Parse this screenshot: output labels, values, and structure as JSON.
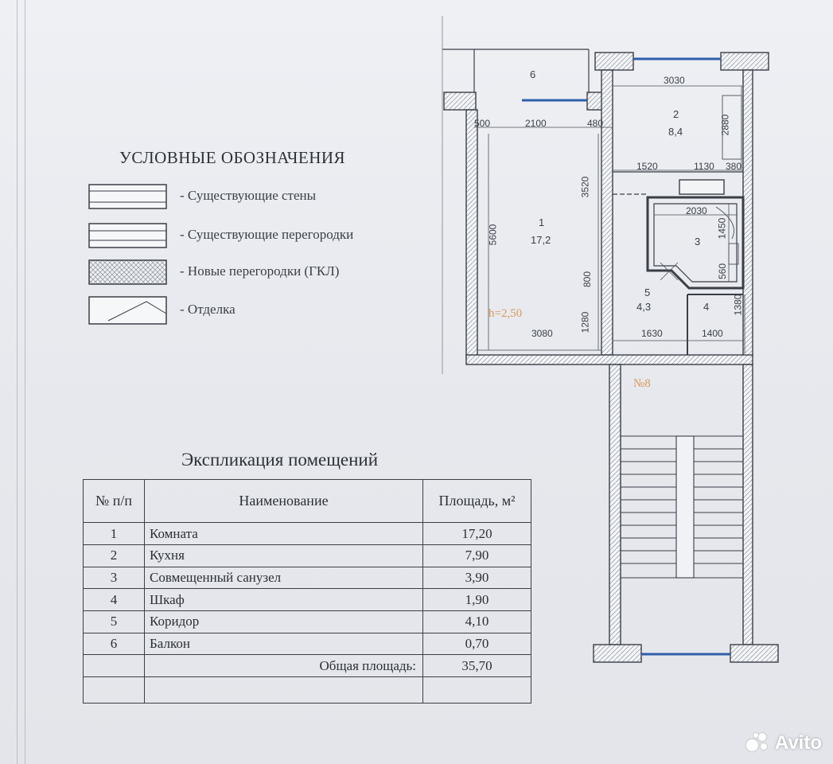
{
  "legend": {
    "title": "УСЛОВНЫЕ ОБОЗНАЧЕНИЯ",
    "items": [
      "- Существующие стены",
      "- Существующие перегородки",
      "- Новые перегородки (ГКЛ)",
      "- Отделка"
    ]
  },
  "explication": {
    "title": "Экспликация помещений",
    "headers": {
      "num": "№ п/п",
      "name": "Наименование",
      "area": "Площадь, м²"
    },
    "rows": [
      {
        "num": "1",
        "name": "Комната",
        "area": "17,20"
      },
      {
        "num": "2",
        "name": "Кухня",
        "area": "7,90"
      },
      {
        "num": "3",
        "name": "Совмещенный санузел",
        "area": "3,90"
      },
      {
        "num": "4",
        "name": "Шкаф",
        "area": "1,90"
      },
      {
        "num": "5",
        "name": "Коридор",
        "area": "4,10"
      },
      {
        "num": "6",
        "name": "Балкон",
        "area": "0,70"
      }
    ],
    "total_label": "Общая площадь:",
    "total_value": "35,70"
  },
  "plan": {
    "rooms": {
      "balcony_num": "6",
      "kitchen_num": "2",
      "kitchen_area": "8,4",
      "room_num": "1",
      "room_area": "17,2",
      "bath_num": "3",
      "corridor_num": "5",
      "corridor_area": "4,3",
      "closet_num": "4"
    },
    "ceiling_height": "h=2,50",
    "apartment_number": "№8",
    "dims": {
      "d500": "500",
      "d2100": "2100",
      "d480": "480",
      "d3030": "3030",
      "d2880": "2880",
      "d1520": "1520",
      "d1130": "1130",
      "d380": "380",
      "d3520": "3520",
      "d5600": "5600",
      "d2030": "2030",
      "d1450": "1450",
      "d800": "800",
      "d560": "560",
      "d1280": "1280",
      "d1380": "1380",
      "d3080": "3080",
      "d1630": "1630",
      "d1400": "1400"
    }
  },
  "watermark": "Avito"
}
